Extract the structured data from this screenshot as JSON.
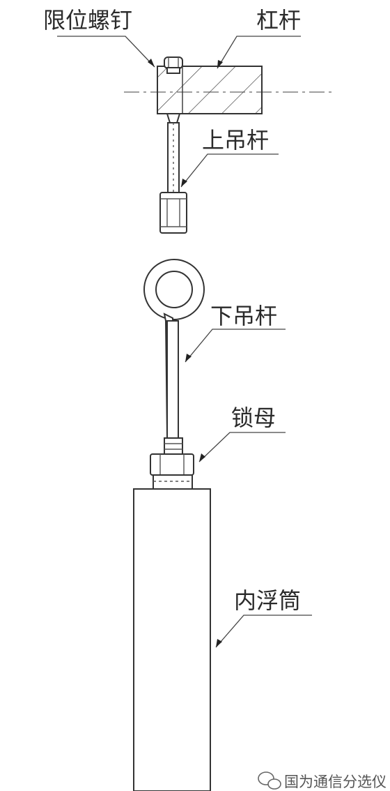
{
  "labels": {
    "limit_screw": "限位螺钉",
    "lever": "杠杆",
    "upper_rod": "上吊杆",
    "lower_rod": "下吊杆",
    "lock_nut": "锁母",
    "inner_float": "内浮筒"
  },
  "watermark": "国为通信分选仪",
  "colors": {
    "line": "#333333",
    "text": "#2a2a2a",
    "background": "#ffffff"
  }
}
